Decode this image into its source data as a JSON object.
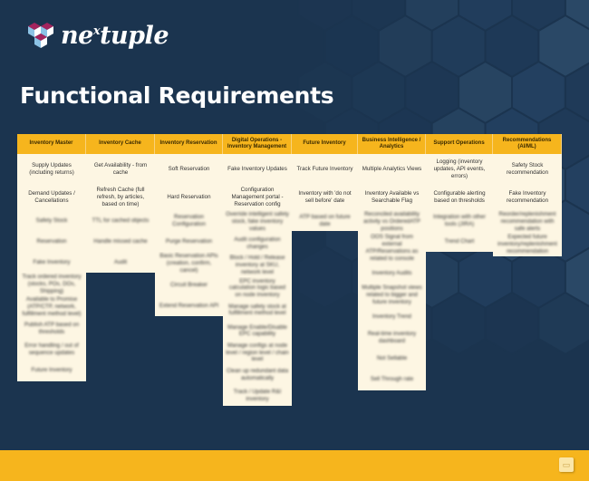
{
  "logo": {
    "text": "ne",
    "sup": "x",
    "text2": "tuple"
  },
  "title": "Functional Requirements",
  "colors": {
    "background": "#1b344f",
    "header": "#f6b51d",
    "cell": "#fdf6e3",
    "footer": "#f6b51d",
    "logo_magenta": "#a3245e",
    "logo_blue": "#8cc3e6"
  },
  "columns": [
    {
      "header": "Inventory Master",
      "items": [
        "Supply Updates (including returns)",
        "Demand Updates / Cancellations",
        "Safety Stock",
        "Reservation",
        "Fake Inventory",
        "Track ordered inventory (stocks, POs, DOs, Shipping)",
        "Available to Promise (ATP/CTP, network, fulfillment method level)",
        "Publish ATP based on thresholds",
        "Error handling / out of sequence updates",
        "Future Inventory"
      ]
    },
    {
      "header": "Inventory Cache",
      "items": [
        "Get Availability - from cache",
        "Refresh Cache (full refresh, by articles, based on time)",
        "TTL for cached objects",
        "Handle missed cache",
        "Audit"
      ]
    },
    {
      "header": "Inventory Reservation",
      "items": [
        "Soft Reservation",
        "Hard Reservation",
        "Reservation Configuration",
        "Purge Reservation",
        "Basic Reservation APIs (creation, confirm, cancel)",
        "Circuit Breaker",
        "Extend Reservation API"
      ]
    },
    {
      "header": "Digital Operations - Inventory Management",
      "items": [
        "Fake Inventory Updates",
        "Configuration Management portal - Reservation config",
        "Override intelligent safety stock, fake inventory values",
        "Audit configuration changes",
        "Block / Hold / Release inventory at SKU, network level",
        "EPC inventory calculation logic based on node inventory",
        "Manage safety stock at fulfillment method level",
        "Manage Enable/Disable EPC capability",
        "Manage configs at node level / region level / chain level",
        "Clean up redundant data automatically",
        "Track / Update R&I inventory"
      ]
    },
    {
      "header": "Future Inventory",
      "items": [
        "Track Future Inventory",
        "Inventory with 'do not sell before' date",
        "ATP based on future date"
      ]
    },
    {
      "header": "Business Intelligence / Analytics",
      "items": [
        "Multiple Analytics Views",
        "Inventory Available vs Searchable Flag",
        "Reconciled availability activity vs OrderedATP positions",
        "OOS Signal from external ATP/Reservations as related to console",
        "Inventory Audits",
        "Multiple Snapshot views related to bigger and future inventory",
        "Inventory Trend",
        "Real-time inventory dashboard",
        "Not Sellable",
        "Sell Through rate"
      ]
    },
    {
      "header": "Support Operations",
      "items": [
        "Logging (inventory updates, API events, errors)",
        "Configurable alerting based on thresholds",
        "Integration with other tools (JIRA)",
        "Trend Chart"
      ]
    },
    {
      "header": "Recommendations (AI/ML)",
      "items": [
        "Safety Stock recommendation",
        "Fake Inventory recommendation",
        "Reorder/replenishment recommendation with safe alerts",
        "Expected future inventory/replenishment recommendation"
      ]
    }
  ]
}
